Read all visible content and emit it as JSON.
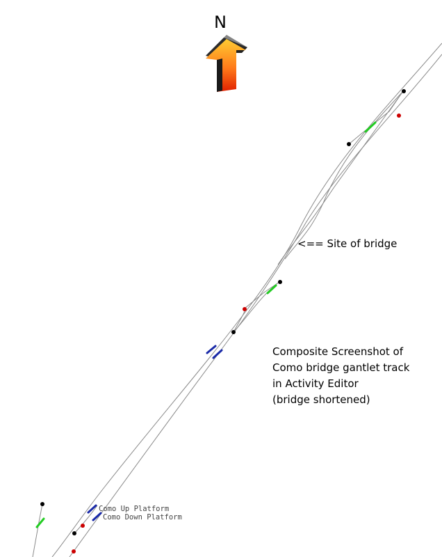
{
  "compass": {
    "label": "N"
  },
  "annotation": {
    "bridge_site": "<== Site of bridge"
  },
  "caption": {
    "lines": [
      "Composite Screenshot of",
      "Como bridge gantlet track",
      "in Activity Editor",
      "(bridge shortened)"
    ]
  },
  "platforms": {
    "up": "Como Up Platform",
    "down": "Como Down Platform"
  },
  "colors": {
    "background": "#ffffff",
    "track": "#8a8a8a",
    "junction_node": "#000000",
    "signal_marker": "#cc0000",
    "siding_marker": "#22cc22",
    "platform_marker": "#1a2aa8",
    "arrow_top": "#ffcc33",
    "arrow_bottom": "#e02000"
  },
  "icons": {
    "compass": "north-arrow-icon"
  }
}
